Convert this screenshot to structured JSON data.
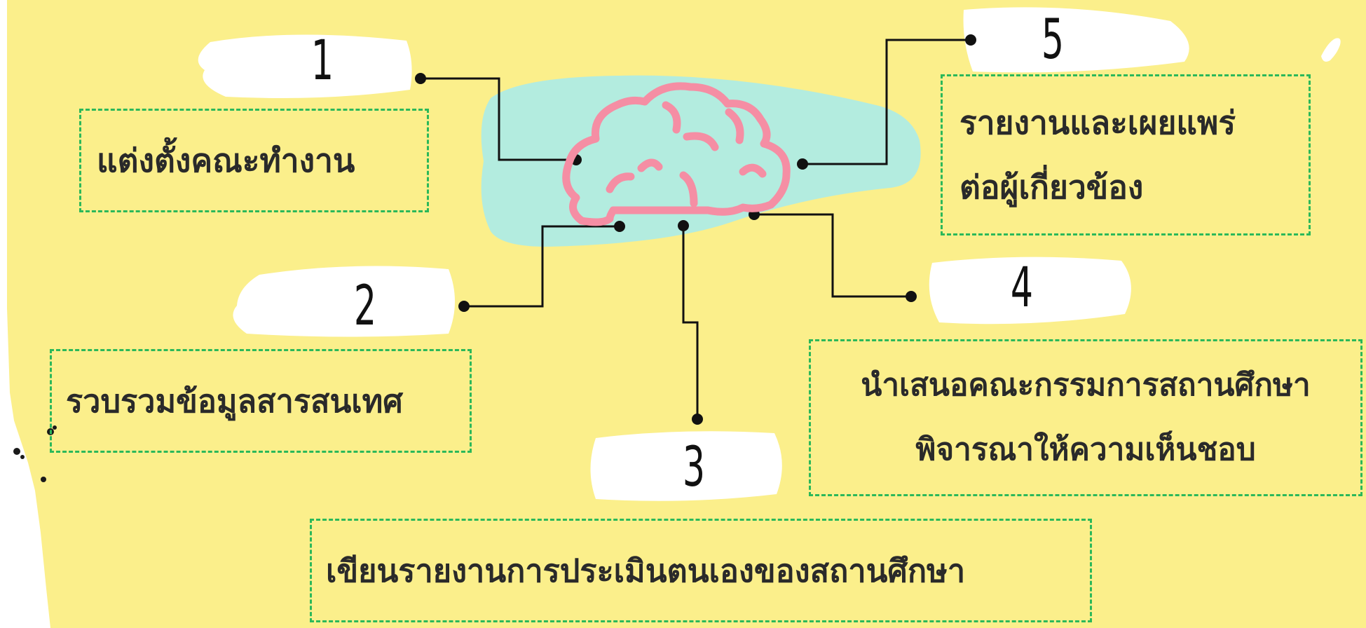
{
  "steps": [
    {
      "number": "1",
      "text_lines": [
        "แต่งตั้งคณะทำงาน"
      ]
    },
    {
      "number": "2",
      "text_lines": [
        "รวบรวมข้อมูลสารสนเทศ"
      ]
    },
    {
      "number": "3",
      "text_lines": [
        "เขียนรายงานการประเมินตนเองของสถานศึกษา"
      ]
    },
    {
      "number": "4",
      "text_lines": [
        "นำเสนอคณะกรรมการสถานศึกษา",
        "พิจารณาให้ความเห็นชอบ"
      ]
    },
    {
      "number": "5",
      "text_lines": [
        "รายงานและเผยแพร่",
        "ต่อผู้เกี่ยวข้อง"
      ]
    }
  ],
  "icons": {
    "center": "brain-icon"
  },
  "colors": {
    "background": "#fbef8b",
    "brain_backdrop": "#b3ecdf",
    "brain_stroke": "#f58ea4",
    "box_border": "#2bb85a",
    "connector": "#111111"
  }
}
